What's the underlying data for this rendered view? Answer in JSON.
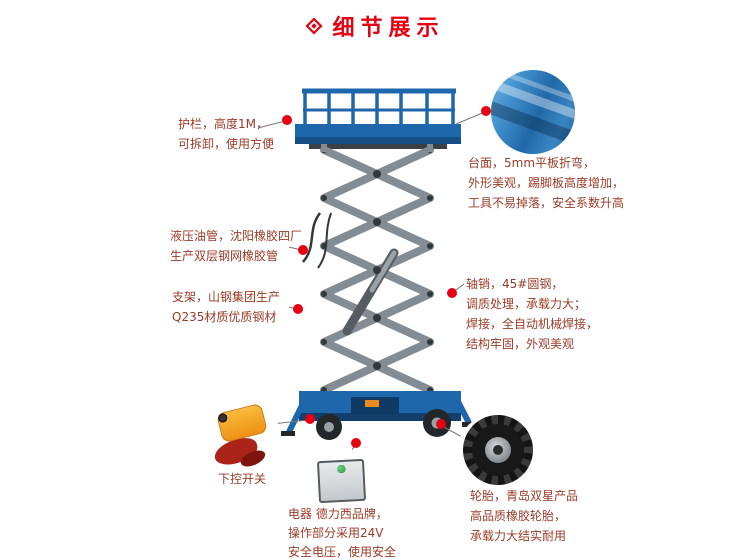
{
  "header": {
    "title": "细节展示"
  },
  "colors": {
    "accent": "#e60012",
    "annotation": "#9a3b28",
    "machine_blue": "#1f67ab",
    "machine_blue_dark": "#154f86",
    "scissor_gray": "#848c93",
    "connector_line": "#777777"
  },
  "callouts": {
    "guardrail": {
      "lines": [
        "护栏，高度1M，",
        "可拆卸，使用方便"
      ]
    },
    "platform": {
      "lines": [
        "台面，5mm平板折弯，",
        "外形美观，踢脚板高度增加，",
        "工具不易掉落，安全系数升高"
      ]
    },
    "hydraulic_pipe": {
      "lines": [
        "液压油管，沈阳橡胶四厂",
        "生产双层钢网橡胶管"
      ]
    },
    "support_frame": {
      "lines": [
        "支架，山钢集团生产",
        "Q235材质优质钢材"
      ]
    },
    "axle_pin": {
      "lines": [
        "轴销，45#圆钢，",
        "调质处理，承载力大；",
        "焊接，全自动机械焊接，",
        "结构牢固，外观美观"
      ]
    },
    "lower_control_switch": {
      "lines": [
        "下控开关"
      ]
    },
    "electrical": {
      "lines": [
        "电器 德力西品牌，",
        "操作部分采用24V",
        "安全电压，使用安全"
      ]
    },
    "tire": {
      "lines": [
        "轮胎，青岛双星产品",
        "高品质橡胶轮胎，",
        "承载力大结实耐用"
      ]
    }
  }
}
